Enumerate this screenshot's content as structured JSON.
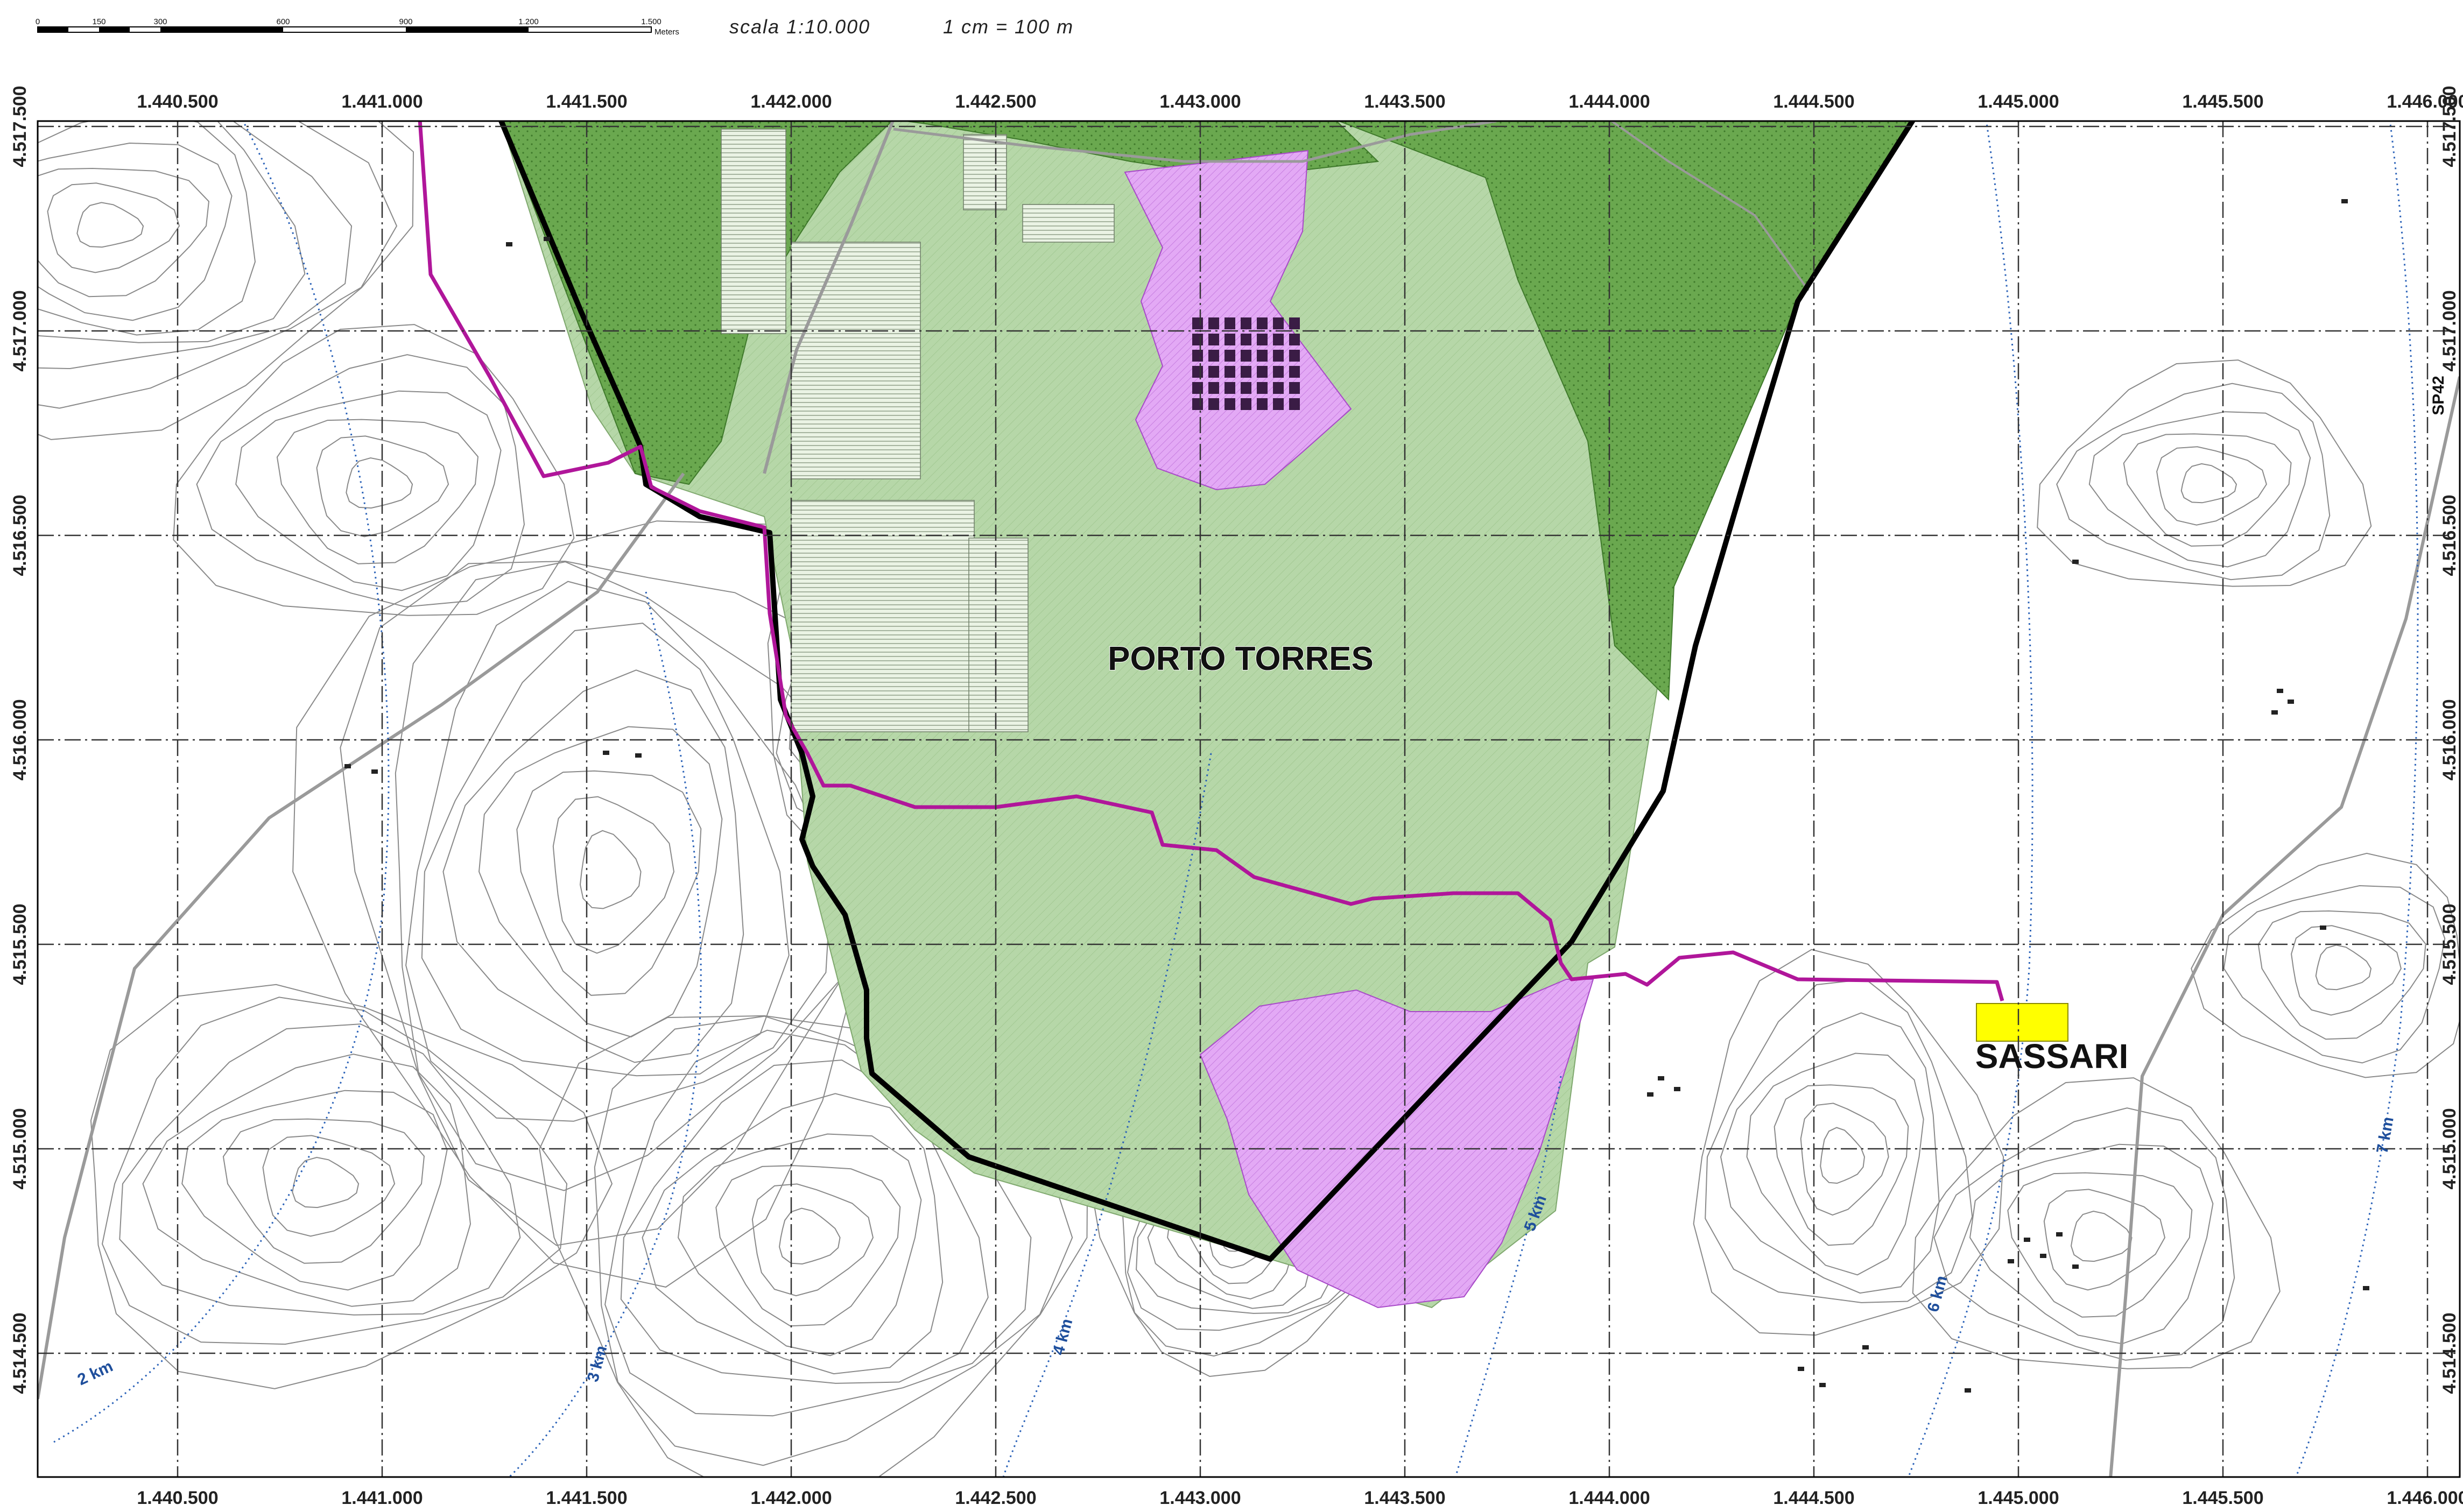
{
  "scalebar": {
    "ticks": [
      "0",
      "150",
      "300",
      "600",
      "900",
      "1.200",
      "1.500"
    ],
    "unit": "Meters"
  },
  "scale_text": {
    "scale": "scala   1:10.000",
    "equivalence": "1 cm = 100 m"
  },
  "grid": {
    "x_labels": [
      "1.440.500",
      "1.441.000",
      "1.441.500",
      "1.442.000",
      "1.442.500",
      "1.443.000",
      "1.443.500",
      "1.444.000",
      "1.444.500",
      "1.445.000",
      "1.445.500",
      "1.446.000"
    ],
    "y_labels": [
      "4.517.500",
      "4.517.000",
      "4.516.500",
      "4.516.000",
      "4.515.500",
      "4.515.000",
      "4.514.500"
    ]
  },
  "labels": {
    "porto_torres": "PORTO TORRES",
    "sassari": "SASSARI",
    "road": "SP42"
  },
  "distance_rings": [
    "2 km",
    "3 km",
    "4 km",
    "5 km",
    "6 km",
    "7 km"
  ],
  "colors": {
    "dark_green": "#6aa84f",
    "light_green": "#b6d7a8",
    "purple": "#e3a9f5",
    "boundary": "#000000",
    "magenta_line": "#b0169a",
    "yellow_marker": "#ffff00",
    "distance_ring": "#2b62b8",
    "grid": "#333333",
    "contour": "#8a8a8a"
  }
}
